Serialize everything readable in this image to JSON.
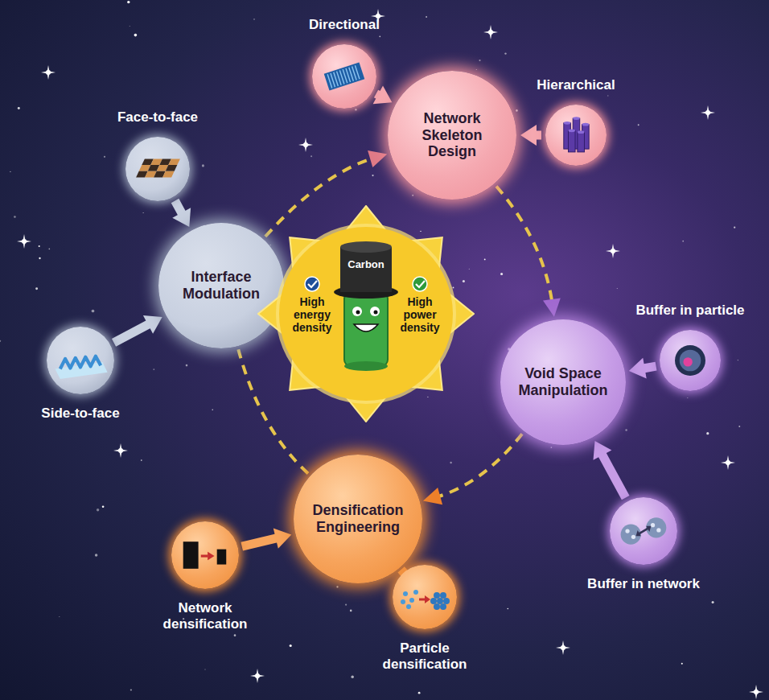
{
  "diagram": {
    "nodes": [
      {
        "text": [
          "Directional"
        ]
      },
      {
        "text": [
          "Network Skeleton Design"
        ]
      },
      {
        "text": [
          "Face-to-face"
        ]
      },
      {
        "text": [
          "Hierarchical"
        ]
      },
      {
        "text": [
          "Interface Modulation"
        ]
      },
      {
        "text": [
          "Carbon",
          "High energy density",
          "High power density"
        ]
      },
      {
        "text": [
          "Buffer in particle"
        ]
      },
      {
        "text": [
          "Side-to-face"
        ]
      },
      {
        "text": [
          "Void Space Manipulation"
        ]
      },
      {
        "text": [
          "Densification Engineering"
        ]
      },
      {
        "text": [
          "Network densification"
        ]
      },
      {
        "text": [
          "Buffer in network"
        ]
      },
      {
        "text": [
          "Particle densification"
        ]
      }
    ],
    "edges": [
      {
        "from": 0,
        "to": 1,
        "arrow": "to"
      },
      {
        "from": 3,
        "to": 1,
        "arrow": "to"
      },
      {
        "from": 2,
        "to": 4,
        "arrow": "to"
      },
      {
        "from": 7,
        "to": 4,
        "arrow": "to"
      },
      {
        "from": 6,
        "to": 8,
        "arrow": "to"
      },
      {
        "from": 11,
        "to": 8,
        "arrow": "to"
      },
      {
        "from": 10,
        "to": 9,
        "arrow": "to"
      },
      {
        "from": 12,
        "to": 9,
        "arrow": "to"
      },
      {
        "from": 4,
        "to": 1,
        "arrow": "to"
      },
      {
        "from": 1,
        "to": 8,
        "arrow": "to"
      },
      {
        "from": 8,
        "to": 9,
        "arrow": "to"
      },
      {
        "from": 9,
        "to": 4,
        "arrow": "none"
      }
    ]
  }
}
